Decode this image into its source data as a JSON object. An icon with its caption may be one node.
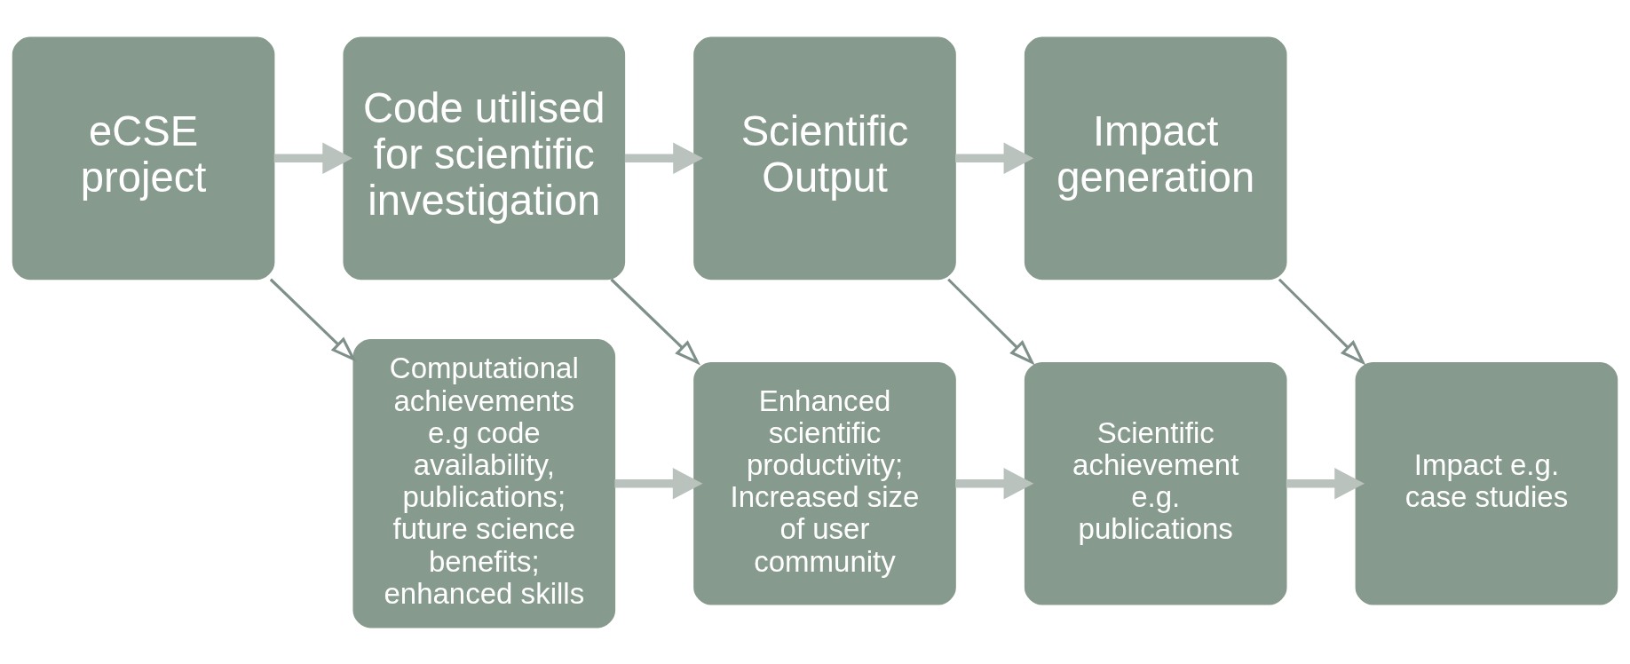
{
  "diagram": {
    "nodes": [
      {
        "text": [
          "eCSE project"
        ]
      },
      {
        "text": [
          "Code utilised for scientific investigation"
        ]
      },
      {
        "text": [
          "Scientific Output"
        ]
      },
      {
        "text": [
          "Impact generation"
        ]
      },
      {
        "text": [
          "Computational achievements e.g code availability, publications; future science benefits; enhanced skills"
        ]
      },
      {
        "text": [
          "Enhanced scientific productivity; Increased size of user community"
        ]
      },
      {
        "text": [
          "Scientific achievement e.g. publications"
        ]
      },
      {
        "text": [
          "Impact e.g. case studies"
        ]
      }
    ],
    "edges": [
      {
        "from": 0,
        "to": 1,
        "arrow": "to"
      },
      {
        "from": 1,
        "to": 2,
        "arrow": "to"
      },
      {
        "from": 2,
        "to": 3,
        "arrow": "to"
      },
      {
        "from": 0,
        "to": 4,
        "arrow": "to",
        "color": "#7f908a"
      },
      {
        "from": 1,
        "to": 5,
        "arrow": "to",
        "color": "#7f908a"
      },
      {
        "from": 2,
        "to": 6,
        "arrow": "to",
        "color": "#7f908a"
      },
      {
        "from": 3,
        "to": 7,
        "arrow": "to",
        "color": "#7f908a"
      },
      {
        "from": 4,
        "to": 5,
        "arrow": "to"
      },
      {
        "from": 5,
        "to": 6,
        "arrow": "to"
      },
      {
        "from": 6,
        "to": 7,
        "arrow": "to"
      }
    ]
  }
}
